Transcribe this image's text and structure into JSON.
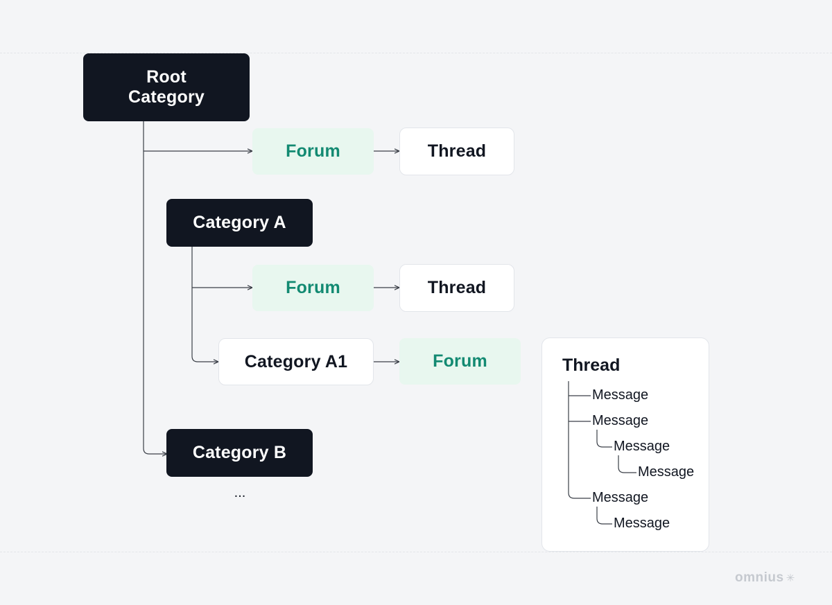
{
  "colors": {
    "background": "#f4f5f7",
    "dark_node": "#111621",
    "forum_fill": "#e8f7ef",
    "forum_text": "#138a72",
    "connector": "#3a3f47"
  },
  "tree": {
    "root": "Root\nCategory",
    "root_forum": "Forum",
    "root_thread": "Thread",
    "category_a": "Category A",
    "category_a_forum": "Forum",
    "category_a_thread": "Thread",
    "category_a1": "Category A1",
    "category_a1_forum": "Forum",
    "category_b": "Category B",
    "ellipsis": "..."
  },
  "thread_panel": {
    "title": "Thread",
    "messages": [
      "Message",
      "Message",
      "Message",
      "Message",
      "Message",
      "Message"
    ]
  },
  "brand": {
    "logo_text": "omnius",
    "logo_icon": "sparkle-icon"
  }
}
